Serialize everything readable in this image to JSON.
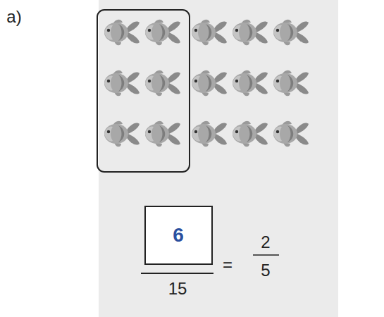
{
  "diagram": {
    "nodes": [
      {
        "text": [
          "6"
        ]
      }
    ],
    "labels": [
      "a)",
      "15",
      "=",
      "2",
      "5"
    ]
  }
}
